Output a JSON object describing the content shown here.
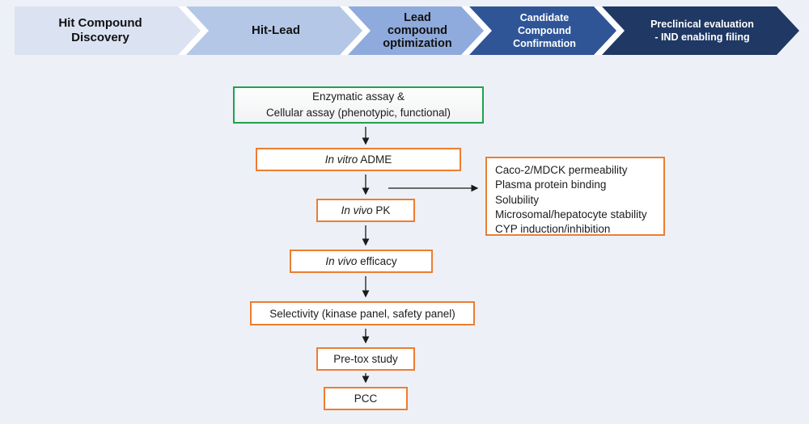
{
  "pipeline": {
    "stages": [
      {
        "label": "Hit Compound\nDiscovery",
        "color": "#dbe2f2",
        "text_color": "#111111"
      },
      {
        "label": "Hit-Lead",
        "color": "#b4c7e7",
        "text_color": "#111111"
      },
      {
        "label": "Lead\ncompound\noptimization",
        "color": "#8faadc",
        "text_color": "#111111"
      },
      {
        "label": "Candidate\nCompound\nConfirmation",
        "color": "#2f5597",
        "text_color": "#ffffff"
      },
      {
        "label": "Preclinical evaluation\n- IND enabling filing",
        "color": "#1f3864",
        "text_color": "#ffffff"
      }
    ]
  },
  "flow": {
    "screening": {
      "line1": "Enzymatic assay &",
      "line2": "Cellular assay (phenotypic, functional)",
      "border_color": "#1FA24E"
    },
    "adme": {
      "italic": "In vitro",
      "rest": " ADME",
      "border_color": "#ED7D31"
    },
    "pk": {
      "italic": "In vivo",
      "rest": " PK",
      "border_color": "#ED7D31"
    },
    "efficacy": {
      "italic": "In vivo",
      "rest": " efficacy",
      "border_color": "#ED7D31"
    },
    "selectivity": {
      "label": "Selectivity (kinase panel, safety panel)",
      "border_color": "#ED7D31"
    },
    "pretox": {
      "label": "Pre-tox study",
      "border_color": "#ED7D31"
    },
    "pcc": {
      "label": "PCC",
      "border_color": "#ED7D31"
    }
  },
  "adme_details": {
    "border_color": "#ED7D31",
    "items": [
      "Caco-2/MDCK permeability",
      "Plasma protein binding",
      "Solubility",
      "Microsomal/hepatocyte stability",
      "CYP induction/inhibition"
    ]
  },
  "colors": {
    "page_background": "#edf1f7",
    "arrow": "#1a1a1a",
    "chevron_gap": "#ffffff"
  }
}
